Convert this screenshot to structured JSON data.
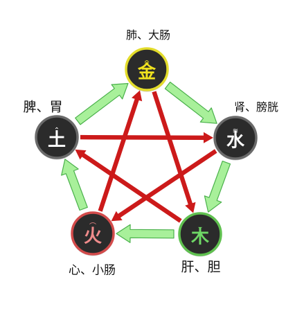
{
  "nodes": [
    {
      "id": "metal",
      "glyph": "金",
      "mark": "≏",
      "organs": "肺、大肠",
      "fill": "#2b2b2b",
      "ring": "#e3dc2b",
      "glyph_color": "#f0e21e"
    },
    {
      "id": "water",
      "glyph": "水",
      "mark": "≋",
      "organs": "肾、膀胱",
      "fill": "#2b2b2b",
      "ring": "#6a6a6a",
      "glyph_color": "#ffffff"
    },
    {
      "id": "wood",
      "glyph": "木",
      "mark": "⌣",
      "organs": "肝、胆",
      "fill": "#2b2b2b",
      "ring": "#5fc04f",
      "glyph_color": "#6fd866"
    },
    {
      "id": "fire",
      "glyph": "火",
      "mark": "⌒",
      "organs": "心、小肠",
      "fill": "#2b2b2b",
      "ring": "#d34b4b",
      "glyph_color": "#f08b8b"
    },
    {
      "id": "earth",
      "glyph": "土",
      "mark": "⌃",
      "organs": "脾、胃",
      "fill": "#2b2b2b",
      "ring": "#6a6a6a",
      "glyph_color": "#ffffff"
    }
  ],
  "colors": {
    "generating_arrow": "#a8f09a",
    "generating_stroke": "#49b04a",
    "controlling_arrow": "#cc1a1a"
  }
}
